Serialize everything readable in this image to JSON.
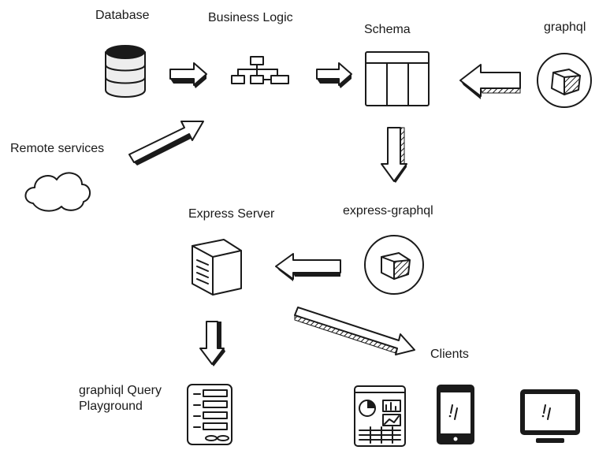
{
  "labels": {
    "database": "Database",
    "business_logic": "Business Logic",
    "schema": "Schema",
    "graphql": "graphql",
    "remote_services": "Remote services",
    "express_server": "Express Server",
    "express_graphql": "express-graphql",
    "clients": "Clients",
    "graphiql_playground": "graphiql Query Playground"
  },
  "icons": {
    "database": "database-cylinder-icon",
    "business_logic": "org-chart-icon",
    "schema": "table-schema-icon",
    "graphql": "cube-badge-icon",
    "remote_services": "cloud-icon",
    "express_server": "server-box-icon",
    "express_graphql": "cube-badge-icon",
    "graphiql_playground": "form-document-icon",
    "clients": [
      "dashboard-tablet-icon",
      "smartphone-icon",
      "desktop-monitor-icon"
    ]
  },
  "colors": {
    "ink": "#1a1a1a",
    "background": "#ffffff"
  }
}
